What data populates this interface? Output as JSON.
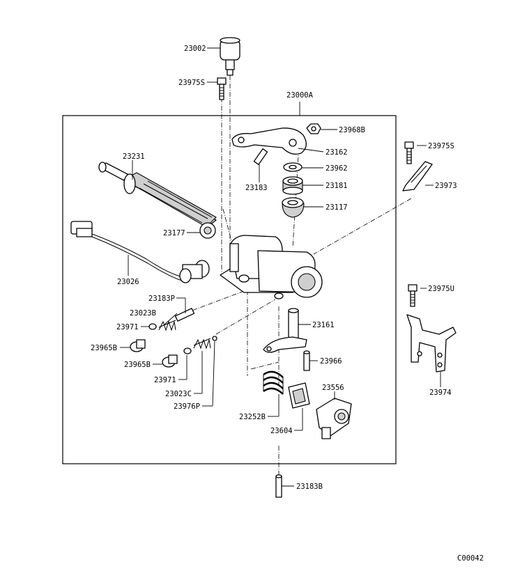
{
  "diagram": {
    "assembly_label": "23000A",
    "footer_code": "C00042",
    "labels": {
      "p23002": "23002",
      "p23975S_top": "23975S",
      "p23968B": "23968B",
      "p23162": "23162",
      "p23962": "23962",
      "p23183": "23183",
      "p23181": "23181",
      "p23117": "23117",
      "p23231": "23231",
      "p23177": "23177",
      "p23026": "23026",
      "p23975S_right": "23975S",
      "p23973": "23973",
      "p23975U": "23975U",
      "p23974": "23974",
      "p23183P": "23183P",
      "p23023B": "23023B",
      "p23971_a": "23971",
      "p23965B_a": "23965B",
      "p23965B_b": "23965B",
      "p23971_b": "23971",
      "p23023C": "23023C",
      "p23976P": "23976P",
      "p23161": "23161",
      "p23966": "23966",
      "p23252B": "23252B",
      "p23604": "23604",
      "p23556": "23556",
      "p23183B": "23183B"
    }
  }
}
